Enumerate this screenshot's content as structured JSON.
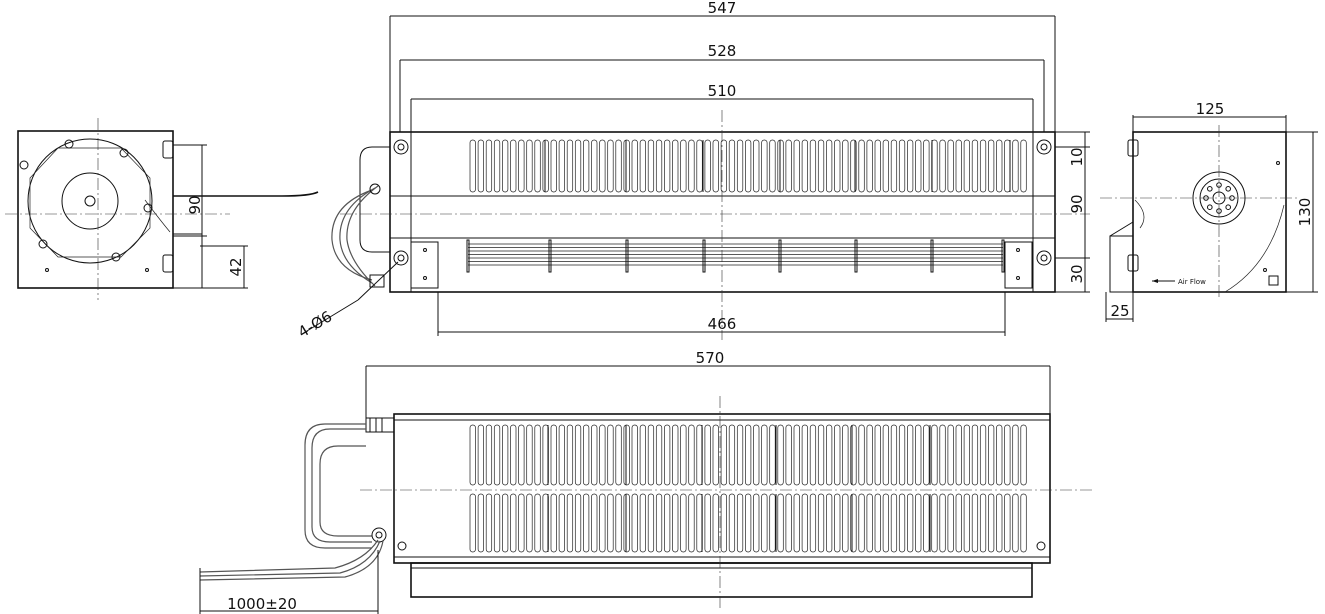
{
  "dimensions": {
    "d547": "547",
    "d528": "528",
    "d510": "510",
    "d466": "466",
    "d570": "570",
    "d125": "125",
    "d130": "130",
    "d90_right": "90",
    "d10": "10",
    "d30": "30",
    "d90_left": "90",
    "d42": "42",
    "d25": "25",
    "hole_spec": "4-Ø6",
    "cable_length": "1000±20"
  },
  "labels": {
    "air_flow": "Air Flow"
  }
}
